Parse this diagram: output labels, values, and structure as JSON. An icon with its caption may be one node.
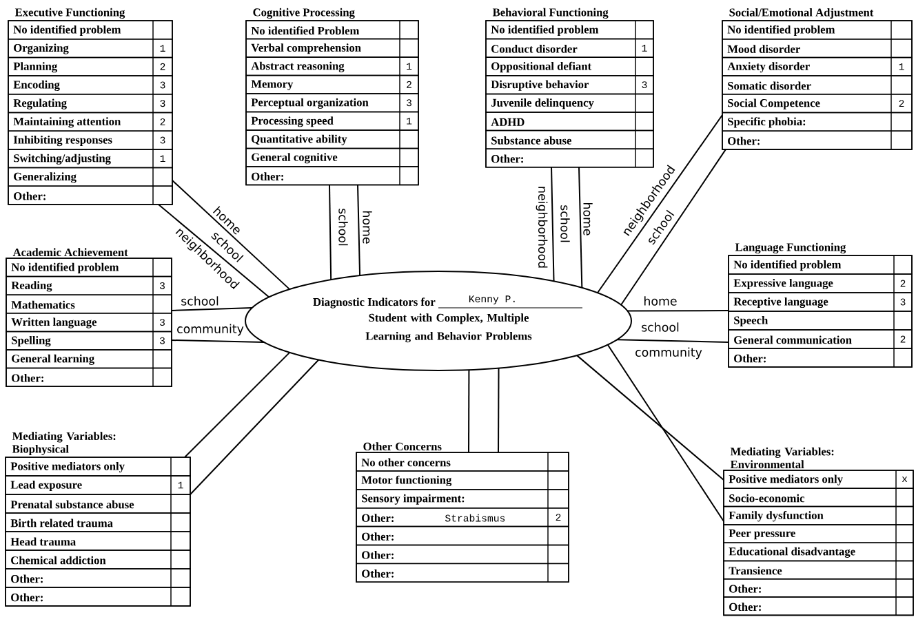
{
  "diagram": {
    "nodes": [
      {
        "text": [
          "Diagnostic Indicators for",
          "Kenny P.",
          "Student with Complex, Multiple Learning and Behavior Problems"
        ]
      },
      {
        "text": [
          "Executive Functioning"
        ]
      },
      {
        "text": [
          "No identified problem"
        ],
        "in": 1
      },
      {
        "text": [
          "Organizing",
          "1"
        ],
        "in": 1
      },
      {
        "text": [
          "Planning",
          "2"
        ],
        "in": 1
      },
      {
        "text": [
          "Encoding",
          "3"
        ],
        "in": 1
      },
      {
        "text": [
          "Regulating",
          "3"
        ],
        "in": 1
      },
      {
        "text": [
          "Maintaining attention",
          "2"
        ],
        "in": 1
      },
      {
        "text": [
          "Inhibiting responses",
          "3"
        ],
        "in": 1
      },
      {
        "text": [
          "Switching/adjusting",
          "1"
        ],
        "in": 1
      },
      {
        "text": [
          "Generalizing"
        ],
        "in": 1
      },
      {
        "text": [
          "Other:"
        ],
        "in": 1
      },
      {
        "text": [
          "Cognitive Processing"
        ]
      },
      {
        "text": [
          "No identified Problem"
        ],
        "in": 12
      },
      {
        "text": [
          "Verbal comprehension"
        ],
        "in": 12
      },
      {
        "text": [
          "Abstract reasoning",
          "1"
        ],
        "in": 12
      },
      {
        "text": [
          "Memory",
          "2"
        ],
        "in": 12
      },
      {
        "text": [
          "Perceptual organization",
          "3"
        ],
        "in": 12
      },
      {
        "text": [
          "Processing speed",
          "1"
        ],
        "in": 12
      },
      {
        "text": [
          "Quantitative ability"
        ],
        "in": 12
      },
      {
        "text": [
          "General cognitive"
        ],
        "in": 12
      },
      {
        "text": [
          "Other:"
        ],
        "in": 12
      },
      {
        "text": [
          "Behavioral Functioning"
        ]
      },
      {
        "text": [
          "No identified problem"
        ],
        "in": 22
      },
      {
        "text": [
          "Conduct disorder",
          "1"
        ],
        "in": 22
      },
      {
        "text": [
          "Oppositional defiant"
        ],
        "in": 22
      },
      {
        "text": [
          "Disruptive behavior",
          "3"
        ],
        "in": 22
      },
      {
        "text": [
          "Juvenile delinquency"
        ],
        "in": 22
      },
      {
        "text": [
          "ADHD"
        ],
        "in": 22
      },
      {
        "text": [
          "Substance abuse"
        ],
        "in": 22
      },
      {
        "text": [
          "Other:"
        ],
        "in": 22
      },
      {
        "text": [
          "Social/Emotional Adjustment"
        ]
      },
      {
        "text": [
          "No identified problem"
        ],
        "in": 31
      },
      {
        "text": [
          "Mood disorder"
        ],
        "in": 31
      },
      {
        "text": [
          "Anxiety disorder",
          "1"
        ],
        "in": 31
      },
      {
        "text": [
          "Somatic disorder"
        ],
        "in": 31
      },
      {
        "text": [
          "Social Competence",
          "2"
        ],
        "in": 31
      },
      {
        "text": [
          "Specific phobia:"
        ],
        "in": 31
      },
      {
        "text": [
          "Other:"
        ],
        "in": 31
      },
      {
        "text": [
          "Academic Achievement"
        ]
      },
      {
        "text": [
          "No identified problem"
        ],
        "in": 39
      },
      {
        "text": [
          "Reading",
          "3"
        ],
        "in": 39
      },
      {
        "text": [
          "Mathematics"
        ],
        "in": 39
      },
      {
        "text": [
          "Written language",
          "3"
        ],
        "in": 39
      },
      {
        "text": [
          "Spelling",
          "3"
        ],
        "in": 39
      },
      {
        "text": [
          "General learning"
        ],
        "in": 39
      },
      {
        "text": [
          "Other:"
        ],
        "in": 39
      },
      {
        "text": [
          "Language Functioning"
        ]
      },
      {
        "text": [
          "No identified problem"
        ],
        "in": 47
      },
      {
        "text": [
          "Expressive language",
          "2"
        ],
        "in": 47
      },
      {
        "text": [
          "Receptive language",
          "3"
        ],
        "in": 47
      },
      {
        "text": [
          "Speech"
        ],
        "in": 47
      },
      {
        "text": [
          "General communication",
          "2"
        ],
        "in": 47
      },
      {
        "text": [
          "Other:"
        ],
        "in": 47
      },
      {
        "text": [
          "Mediating Variables: Biophysical"
        ]
      },
      {
        "text": [
          "Positive mediators only"
        ],
        "in": 54
      },
      {
        "text": [
          "Lead exposure",
          "1"
        ],
        "in": 54
      },
      {
        "text": [
          "Prenatal substance abuse"
        ],
        "in": 54
      },
      {
        "text": [
          "Birth related trauma"
        ],
        "in": 54
      },
      {
        "text": [
          "Head trauma"
        ],
        "in": 54
      },
      {
        "text": [
          "Chemical addiction"
        ],
        "in": 54
      },
      {
        "text": [
          "Other:"
        ],
        "in": 54
      },
      {
        "text": [
          "Other:"
        ],
        "in": 54
      },
      {
        "text": [
          "Other Concerns"
        ]
      },
      {
        "text": [
          "No other concerns"
        ],
        "in": 63
      },
      {
        "text": [
          "Motor functioning"
        ],
        "in": 63
      },
      {
        "text": [
          "Sensory impairment:"
        ],
        "in": 63
      },
      {
        "text": [
          "Other:",
          "Strabismus",
          "2"
        ],
        "in": 63
      },
      {
        "text": [
          "Other:"
        ],
        "in": 63
      },
      {
        "text": [
          "Other:"
        ],
        "in": 63
      },
      {
        "text": [
          "Other:"
        ],
        "in": 63
      },
      {
        "text": [
          "Mediating Variables: Environmental"
        ]
      },
      {
        "text": [
          "Positive mediators only",
          "x"
        ],
        "in": 71
      },
      {
        "text": [
          "Socio-economic"
        ],
        "in": 71
      },
      {
        "text": [
          "Family dysfunction"
        ],
        "in": 71
      },
      {
        "text": [
          "Peer pressure"
        ],
        "in": 71
      },
      {
        "text": [
          "Educational disadvantage"
        ],
        "in": 71
      },
      {
        "text": [
          "Transience"
        ],
        "in": 71
      },
      {
        "text": [
          "Other:"
        ],
        "in": 71
      },
      {
        "text": [
          "Other:"
        ],
        "in": 71
      }
    ],
    "edges": [
      {
        "from": 1,
        "to": 0,
        "arrow": "none"
      },
      {
        "from": 1,
        "to": 0,
        "arrow": "none"
      },
      {
        "from": 12,
        "to": 0,
        "arrow": "none"
      },
      {
        "from": 12,
        "to": 0,
        "arrow": "none"
      },
      {
        "from": 22,
        "to": 0,
        "arrow": "none"
      },
      {
        "from": 22,
        "to": 0,
        "arrow": "none"
      },
      {
        "from": 31,
        "to": 0,
        "arrow": "none"
      },
      {
        "from": 31,
        "to": 0,
        "arrow": "none"
      },
      {
        "from": 39,
        "to": 0,
        "arrow": "none"
      },
      {
        "from": 39,
        "to": 0,
        "arrow": "none"
      },
      {
        "from": 47,
        "to": 0,
        "arrow": "none"
      },
      {
        "from": 47,
        "to": 0,
        "arrow": "none"
      },
      {
        "from": 54,
        "to": 0,
        "arrow": "none"
      },
      {
        "from": 54,
        "to": 0,
        "arrow": "none"
      },
      {
        "from": 63,
        "to": 0,
        "arrow": "none"
      },
      {
        "from": 63,
        "to": 0,
        "arrow": "none"
      },
      {
        "from": 71,
        "to": 0,
        "arrow": "none"
      },
      {
        "from": 71,
        "to": 0,
        "arrow": "none"
      }
    ],
    "labels": [
      "home",
      "school",
      "neighborhood",
      "school",
      "home",
      "neighborhood",
      "school",
      "home",
      "neighborhood",
      "school",
      "school",
      "community",
      "home",
      "school",
      "community"
    ]
  }
}
